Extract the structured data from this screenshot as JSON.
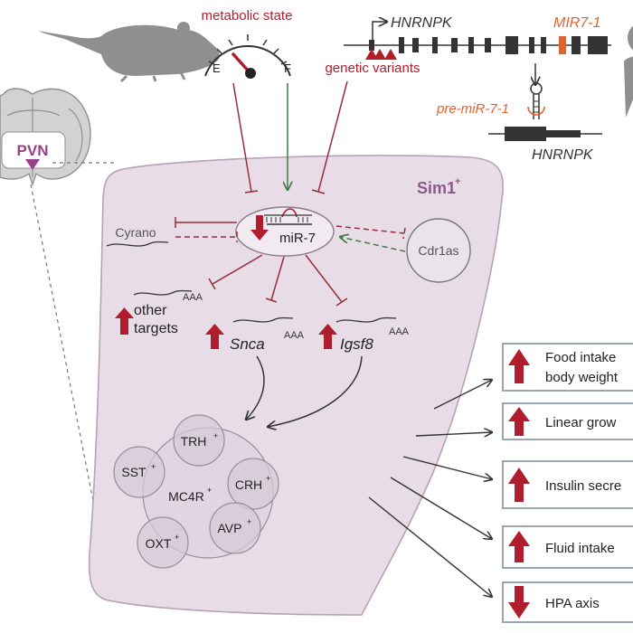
{
  "top": {
    "metabolic_state": "metabolic state",
    "gauge_empty": "E",
    "gauge_full": "F",
    "genetic_variants": "genetic variants",
    "gene_hnrnpk": "HNRNPK",
    "gene_mir7": "MIR7-1",
    "pre_mir": "pre-miR-7-1",
    "gene_hnrnpk_lower": "HNRNPK"
  },
  "brain": {
    "region": "PVN"
  },
  "cell": {
    "type": "Sim1",
    "type_superscript": "+",
    "mirna": "miR-7",
    "cyrano": "Cyrano",
    "cdr1as": "Cdr1as",
    "polya": "AAA",
    "other_targets_line1": "other",
    "other_targets_line2": "targets",
    "target_snca": "Snca",
    "target_igsf8": "Igsf8"
  },
  "neurons": {
    "trh": "TRH",
    "sst": "SST",
    "crh": "CRH",
    "mc4r": "MC4R",
    "avp": "AVP",
    "oxt": "OXT",
    "superscript": "+"
  },
  "outcomes": [
    {
      "line1": "Food intake",
      "line2": "body weight",
      "direction": "up"
    },
    {
      "line1": "Linear grow",
      "line2": "",
      "direction": "up"
    },
    {
      "line1": "Insulin secre",
      "line2": "",
      "direction": "up"
    },
    {
      "line1": "Fluid intake",
      "line2": "",
      "direction": "up"
    },
    {
      "line1": "HPA axis",
      "line2": "",
      "direction": "down"
    }
  ],
  "colors": {
    "inhibit": "#9a2c3a",
    "activate": "#3f7a45",
    "arrow_red": "#b01e2e",
    "cell_fill": "#e8dde7",
    "cell_stroke": "#b7a1b6",
    "sim1_text": "#8a5a86",
    "accent_orange": "#e0622f",
    "gene_dark": "#333333",
    "silhouette": "#8f8f8f"
  }
}
